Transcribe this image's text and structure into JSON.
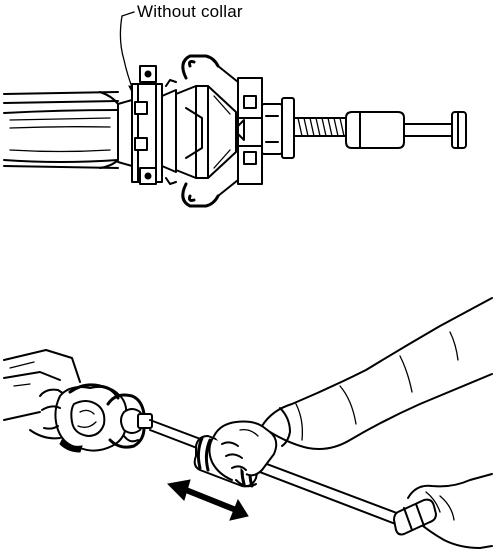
{
  "callout": {
    "text": "Without collar"
  },
  "colors": {
    "ink": "#000000",
    "paper": "#ffffff"
  },
  "figures": [
    {
      "name": "top-figure-puller-on-shaft-assembly"
    },
    {
      "name": "bottom-figure-slide-hammer-in-use"
    }
  ]
}
